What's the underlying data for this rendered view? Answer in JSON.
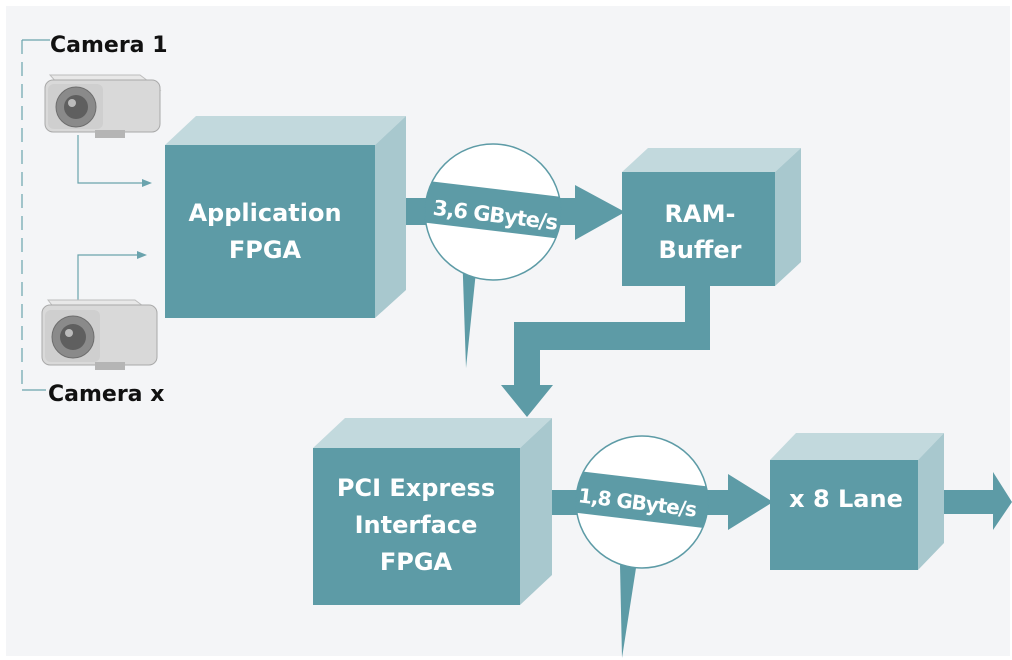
{
  "cameras": {
    "top_label": "Camera 1",
    "bottom_label": "Camera x"
  },
  "boxes": {
    "application_fpga": [
      "Application",
      "FPGA"
    ],
    "ram_buffer": [
      "RAM-",
      "Buffer"
    ],
    "pcie_fpga": [
      "PCI Express",
      "Interface",
      "FPGA"
    ],
    "lane": [
      "x 8 Lane"
    ]
  },
  "rates": {
    "upper": "3,6 GByte/s",
    "lower": "1,8 GByte/s"
  },
  "colors": {
    "background": "#f4f5f7",
    "box_front": "#5d9ba6",
    "box_top": "#c2d9dd",
    "box_side": "#a8c8ce",
    "arrow": "#5d9ba6",
    "connector": "#6aa3ad"
  }
}
